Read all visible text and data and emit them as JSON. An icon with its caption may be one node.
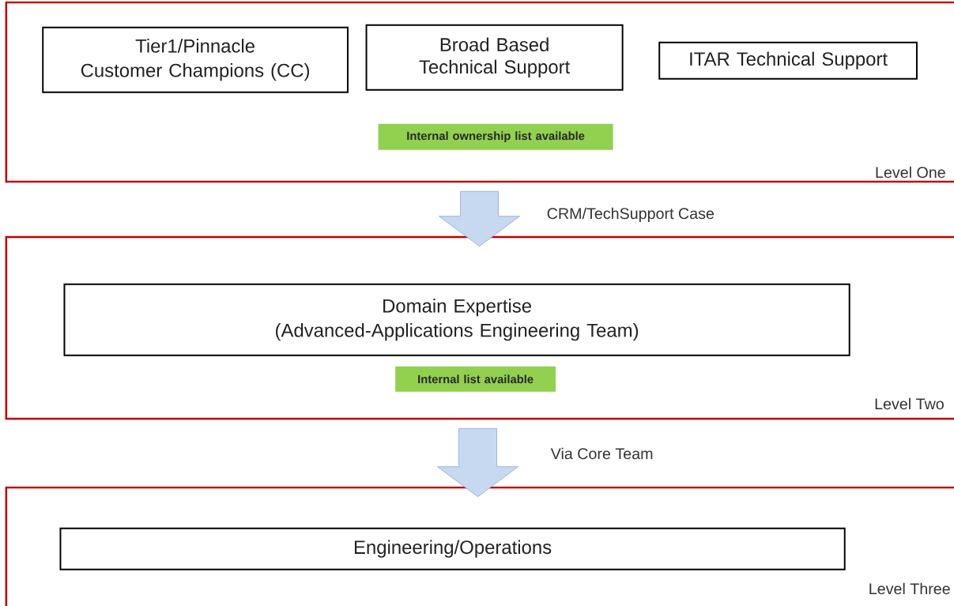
{
  "diagram": {
    "nodes": [
      {
        "text": [
          "Level One"
        ]
      },
      {
        "text": [
          "Tier1/Pinnacle",
          "Customer Champions (CC)"
        ],
        "in": 0
      },
      {
        "text": [
          "Broad Based Technical Support"
        ],
        "in": 0
      },
      {
        "text": [
          "ITAR Technical Support"
        ],
        "in": 0
      },
      {
        "text": [
          "Internal ownership list available"
        ],
        "in": 0
      },
      {
        "text": [
          "Level Two"
        ]
      },
      {
        "text": [
          "Domain Expertise",
          "(Advanced-Applications Engineering Team)"
        ],
        "in": 5
      },
      {
        "text": [
          "Internal list available"
        ],
        "in": 5
      },
      {
        "text": [
          "Level Three"
        ]
      },
      {
        "text": [
          "Engineering/Operations"
        ],
        "in": 8
      }
    ],
    "edges": [
      {
        "from": 0,
        "to": 5,
        "arrow": "to",
        "label": "CRM/TechSupport Case"
      },
      {
        "from": 5,
        "to": 8,
        "arrow": "to",
        "label": "Via Core Team"
      }
    ]
  }
}
